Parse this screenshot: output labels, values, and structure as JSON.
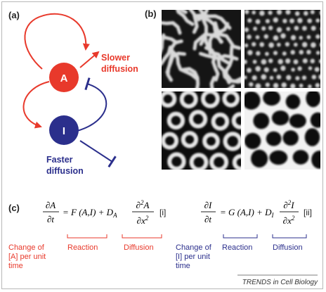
{
  "panel_labels": {
    "a": "(a)",
    "b": "(b)",
    "c": "(c)"
  },
  "network": {
    "node_a": "A",
    "node_i": "I",
    "slower_diffusion": [
      "Slower",
      "diffusion"
    ],
    "faster_diffusion": [
      "Faster",
      "diffusion"
    ]
  },
  "patterns": [
    {
      "name": "labyrinth-stripes"
    },
    {
      "name": "spots"
    },
    {
      "name": "rings"
    },
    {
      "name": "network-holes"
    }
  ],
  "equations": {
    "eq1": {
      "lhs_num": "∂A",
      "lhs_den": "∂t",
      "reaction": "= F (A,I) + D",
      "d_sub": "A",
      "diff_num": "∂",
      "diff_num_sup": "2",
      "diff_num_var": "A",
      "diff_den": "∂x",
      "diff_den_sup": "2",
      "tag": "[i]"
    },
    "eq2": {
      "lhs_num": "∂I",
      "lhs_den": "∂t",
      "reaction": "= G (A,I) + D",
      "d_sub": "I",
      "diff_num": "∂",
      "diff_num_sup": "2",
      "diff_num_var": "I",
      "diff_den": "∂x",
      "diff_den_sup": "2",
      "tag": "[ii]"
    },
    "labels_a": {
      "change": [
        "Change of",
        "[A] per unit",
        "time"
      ],
      "reaction": "Reaction",
      "diffusion": "Diffusion"
    },
    "labels_i": {
      "change": [
        "Change of",
        "[I] per unit",
        "time"
      ],
      "reaction": "Reaction",
      "diffusion": "Diffusion"
    }
  },
  "footer": "TRENDS in Cell Biology",
  "colors": {
    "red": "#e8392b",
    "blue": "#2b2f8c",
    "dark": "#222222"
  }
}
